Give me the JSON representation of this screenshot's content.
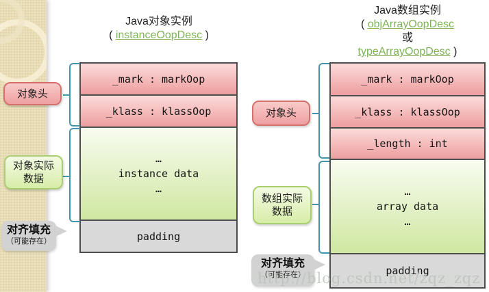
{
  "watermark": "http://blog.csdn.net/zqz_zqz",
  "colors": {
    "header_row_pink": "#ee9e9e",
    "data_row_green": "#cfe7a1",
    "padding_gray": "#d9d9d9",
    "brace_teal": "#4396a9",
    "link_green": "#7db356",
    "strip_tan": "#e8dcb2"
  },
  "left": {
    "title": "Java对象实例",
    "subtitle": {
      "open": "(",
      "link": "instanceOopDesc",
      "close": ")"
    },
    "header_label": "对象头",
    "data_label": "对象实际\n数据",
    "callout": {
      "main": "对齐填充",
      "sub": "（可能存在）"
    },
    "box": {
      "rows": [
        {
          "text": "_mark : markOop"
        },
        {
          "text": "_klass : klassOop"
        }
      ],
      "data_lines": [
        "…",
        "instance data",
        "…"
      ],
      "padding": "padding"
    }
  },
  "right": {
    "title": "Java数组实例",
    "subtitle": {
      "open": "(",
      "link1": "objArrayOopDesc",
      "or": "或",
      "link2": "typeArrayOopDesc",
      "close": ")"
    },
    "header_label": "对象头",
    "data_label": "数组实际\n数据",
    "callout": {
      "main": "对齐填充",
      "sub": "（可能存在）"
    },
    "box": {
      "rows": [
        {
          "text": "_mark : markOop"
        },
        {
          "text": "_klass : klassOop"
        },
        {
          "text": "_length : int"
        }
      ],
      "data_lines": [
        "…",
        "array data",
        "…"
      ],
      "padding": "padding"
    }
  }
}
